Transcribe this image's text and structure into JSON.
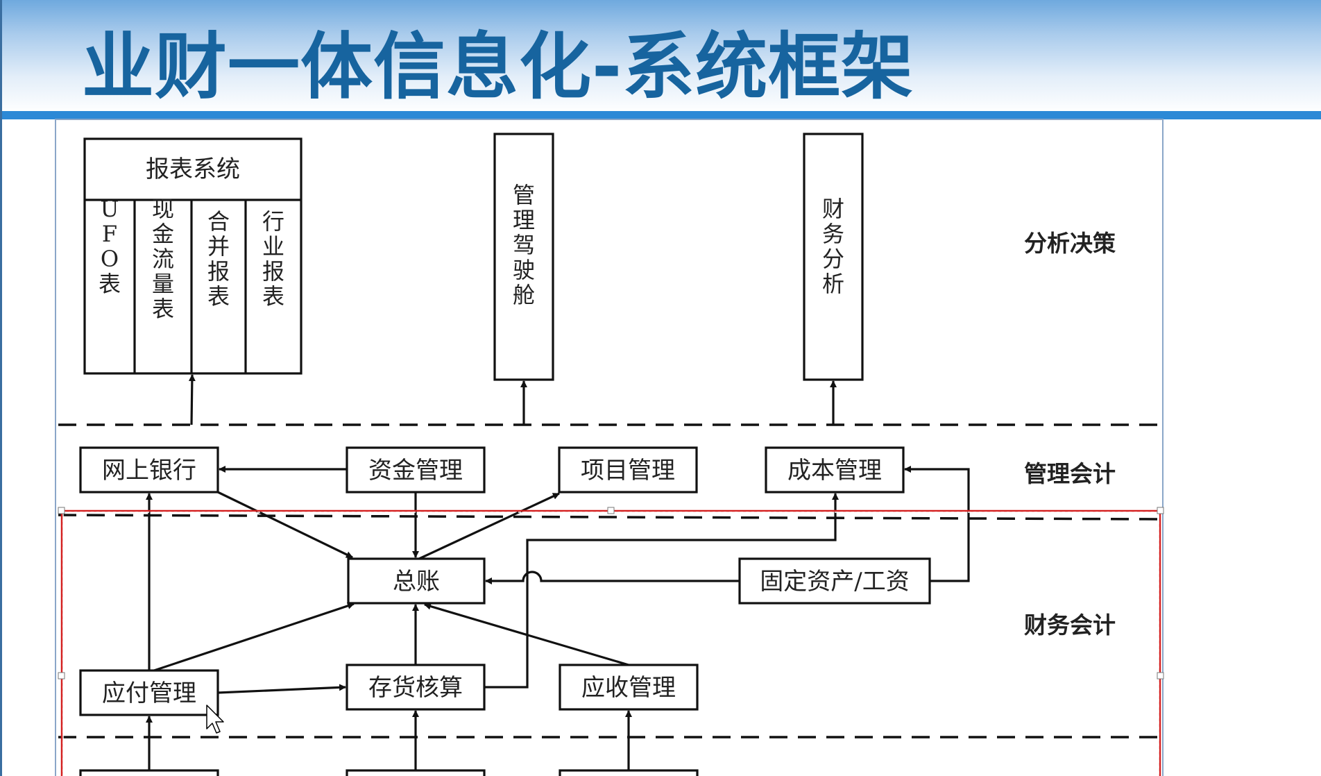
{
  "slide": {
    "title": "业财一体信息化-系统框架"
  },
  "diagram": {
    "layers": {
      "analysis": "分析决策",
      "management_accounting": "管理会计",
      "financial_accounting": "财务会计"
    },
    "report_system": {
      "title": "报表系统",
      "columns": [
        "UFO表",
        "现金流量表",
        "合并报表",
        "行业报表"
      ]
    },
    "management_cockpit": "管理驾驶舱",
    "financial_analysis": "财务分析",
    "modules": {
      "online_bank": "网上银行",
      "fund_management": "资金管理",
      "project_management": "项目管理",
      "cost_management": "成本管理",
      "general_ledger": "总账",
      "fixed_assets_payroll": "固定资产/工资",
      "payables": "应付管理",
      "inventory_accounting": "存货核算",
      "receivables": "应收管理"
    }
  }
}
